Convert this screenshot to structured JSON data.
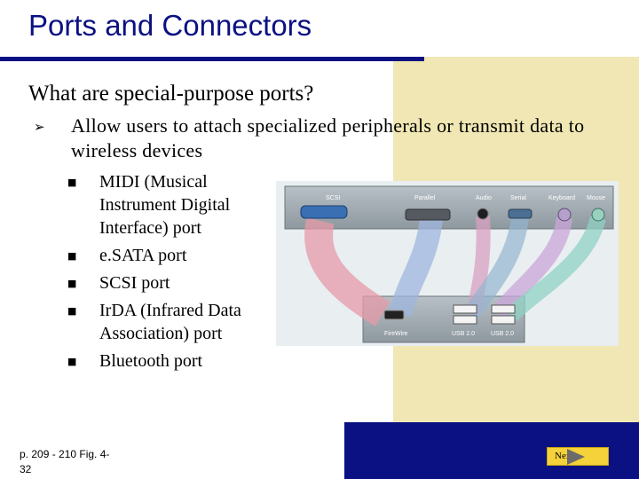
{
  "slide": {
    "title": "Ports and Connectors",
    "subtitle": "What are special-purpose ports?",
    "main_bullet": "Allow users to attach specialized peripherals or transmit data to wireless devices",
    "sub_bullets": [
      "MIDI (Musical Instrument Digital Interface) port",
      "e.SATA port",
      "SCSI port",
      "IrDA (Infrared Data Association) port",
      "Bluetooth port"
    ],
    "footer_ref": "p. 209 - 210 Fig. 4-32",
    "next_label": "Next"
  },
  "figure": {
    "port_labels": [
      "SCSI",
      "Parallel",
      "Audio",
      "Serial",
      "Keyboard",
      "Mouse",
      "FireWire",
      "USB 2.0",
      "USB 2.0"
    ]
  },
  "colors": {
    "title": "#0b1182",
    "accent_band": "#0b1182",
    "background_panel": "#f1e7b4",
    "next_button": "#f5d23a"
  }
}
